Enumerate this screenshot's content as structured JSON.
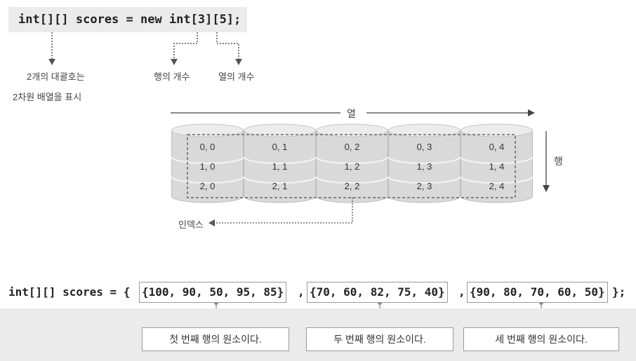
{
  "declaration": {
    "code": "int[][] scores = new int[3][5];",
    "label_brackets_line1": "2개의 대괄호는",
    "label_brackets_line2": "2차원 배열을 표시",
    "label_rows": "행의 개수",
    "label_cols": "열의 개수"
  },
  "grid": {
    "col_axis_label": "열",
    "row_axis_label": "행",
    "index_label": "인덱스",
    "rows": [
      [
        "0, 0",
        "0, 1",
        "0, 2",
        "0, 3",
        "0, 4"
      ],
      [
        "1, 0",
        "1, 1",
        "1, 2",
        "1, 3",
        "1, 4"
      ],
      [
        "2, 0",
        "2, 1",
        "2, 2",
        "2, 3",
        "2, 4"
      ]
    ]
  },
  "initializer": {
    "prefix": "int[][] scores = {",
    "groups": [
      "{100, 90, 50, 95, 85}",
      "{70, 60, 82, 75, 40}",
      "{90, 80, 70, 60, 50}"
    ],
    "separator": ",",
    "suffix": "};",
    "callouts": [
      "첫 번째 행의 원소이다.",
      "두 번째 행의 원소이다.",
      "세 번째 행의 원소이다."
    ]
  }
}
